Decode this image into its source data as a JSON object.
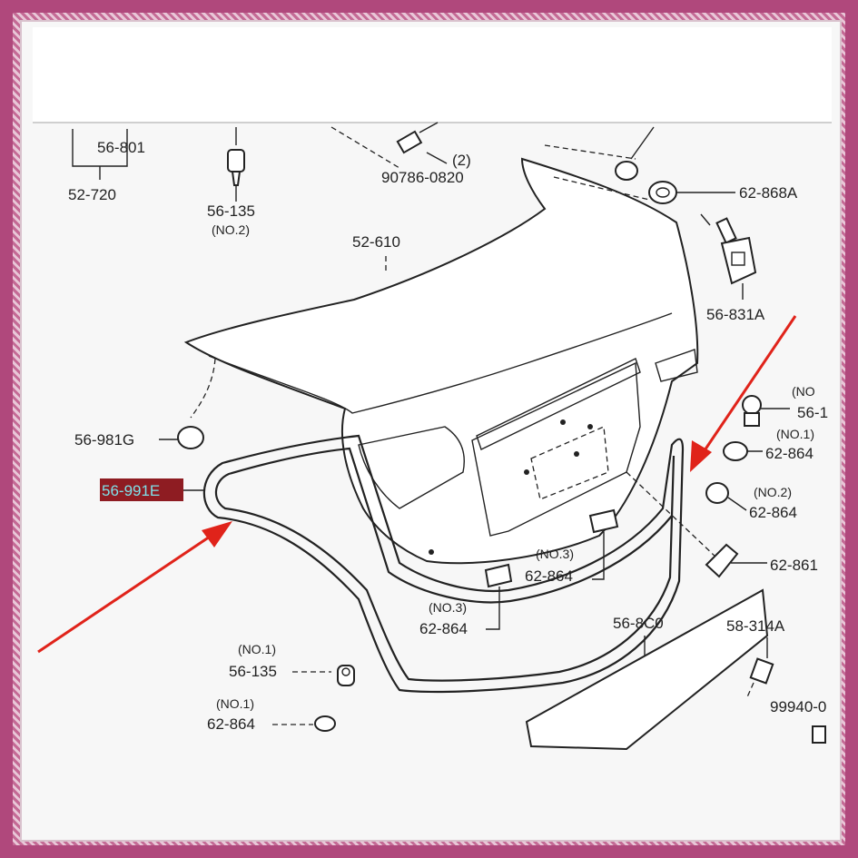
{
  "colors": {
    "frame": "#b0487c",
    "arrow": "#e0231a",
    "highlight_fill": "#8e1c22",
    "highlight_text": "#7fe0e8",
    "line": "#222222"
  },
  "labels": {
    "p56_801": "56-801",
    "p52_720": "52-720",
    "p56_135_top": "56-135",
    "p56_135_top_note": "(NO.2)",
    "p90786_note": "(2)",
    "p90786": "90786-0820",
    "p62_868a": "62-868A",
    "p52_610": "52-610",
    "p56_831a": "56-831A",
    "p56_981g": "56-981G",
    "p56_991e": "56-991E",
    "p56_1x_note": "(NO",
    "p56_1x": "56-1",
    "p62_864_r1_note": "(NO.1)",
    "p62_864_r1": "62-864",
    "p62_864_r2_note": "(NO.2)",
    "p62_864_r2": "62-864",
    "p62_861": "62-861",
    "p62_864_c3_note": "(NO.3)",
    "p62_864_c3": "62-864",
    "p62_864_l3_note": "(NO.3)",
    "p62_864_l3": "62-864",
    "p56_8c0": "56-8C0",
    "p58_314a": "58-314A",
    "p56_135_bot_note": "(NO.1)",
    "p56_135_bot": "56-135",
    "p62_864_bot_note": "(NO.1)",
    "p62_864_bot": "62-864",
    "p99940": "99940-0"
  }
}
